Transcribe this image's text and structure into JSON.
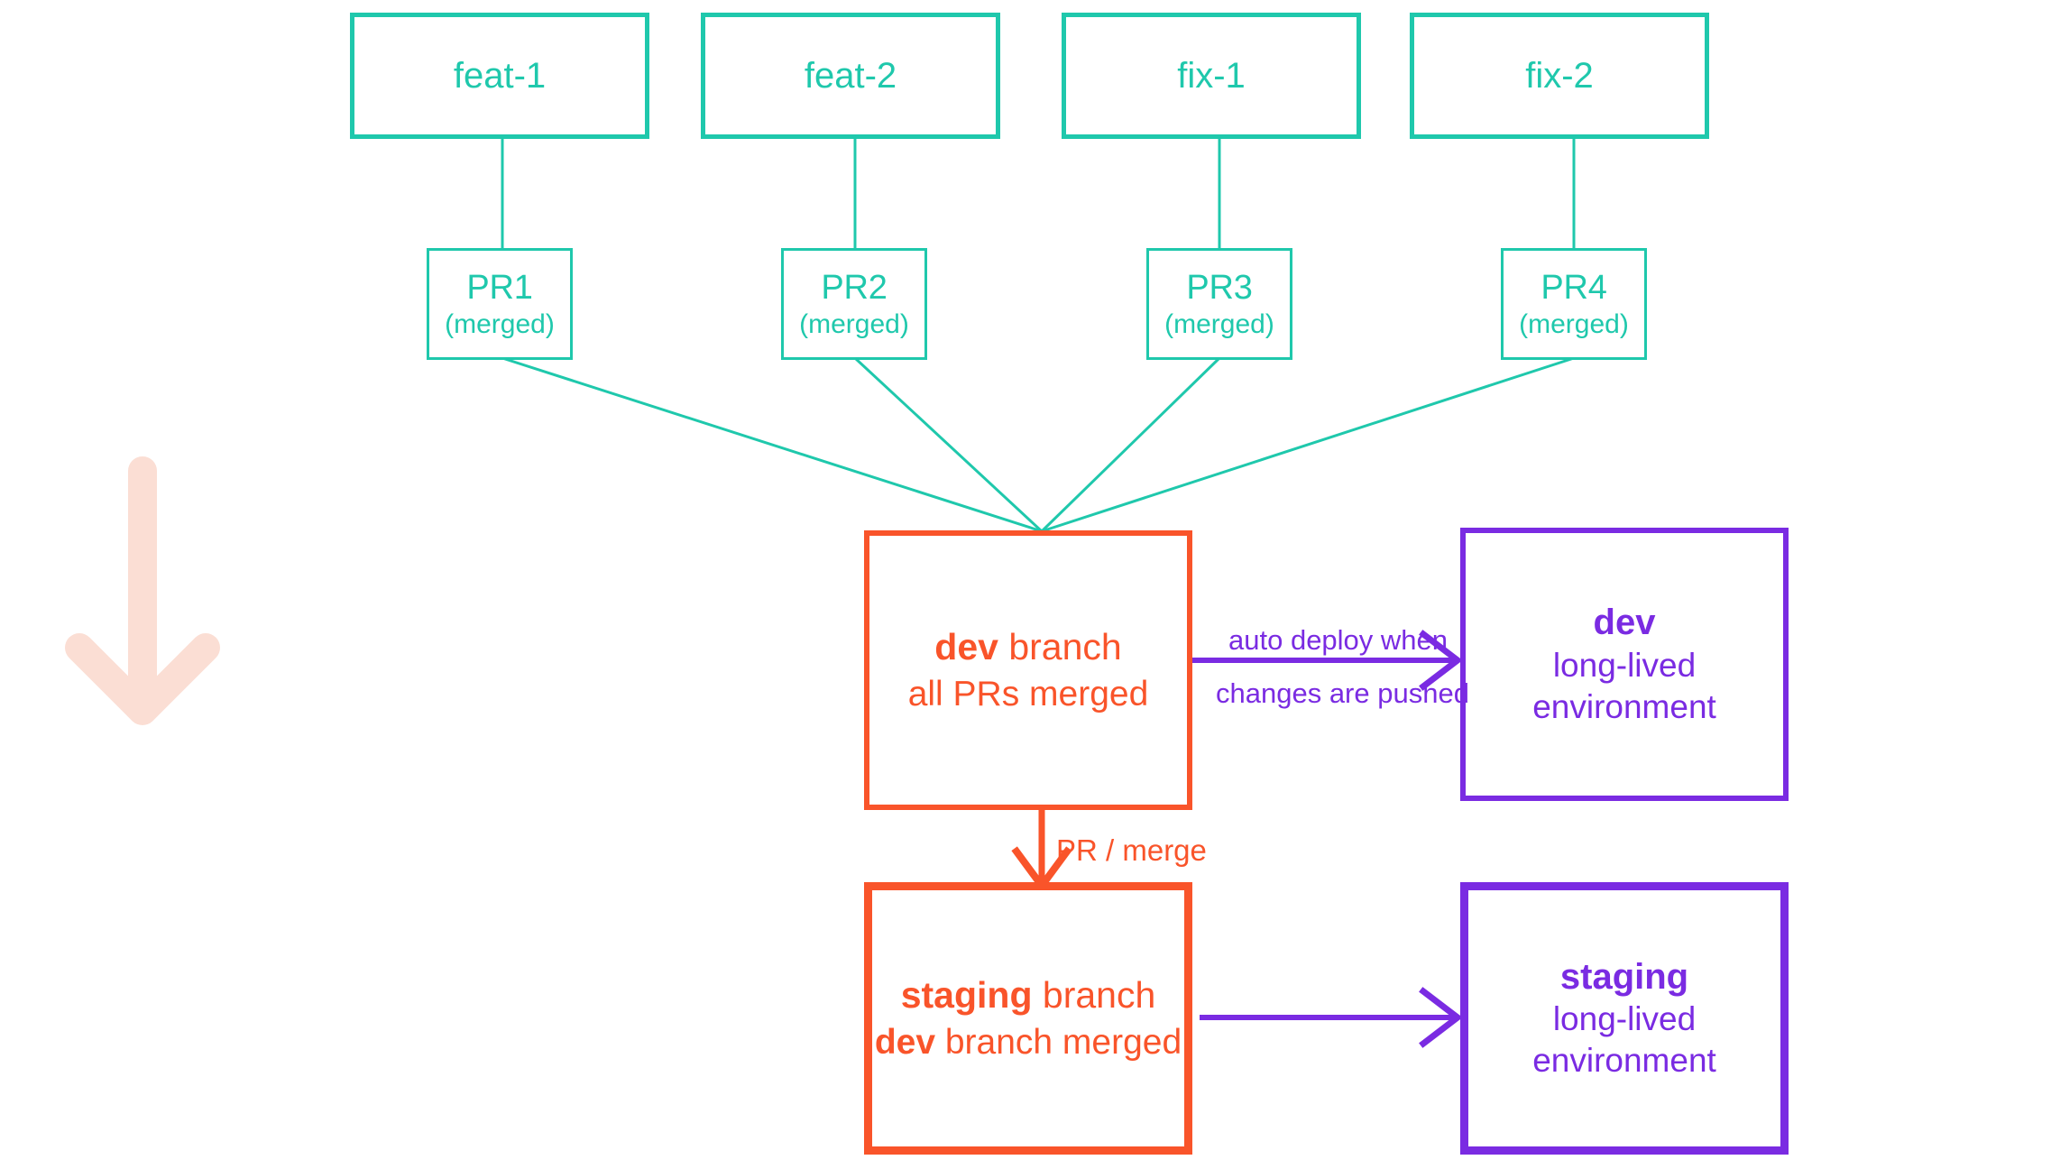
{
  "diagram": {
    "title": "git branching and deployment flow",
    "colors": {
      "teal": "#1fc8ac",
      "orange": "#f9542a",
      "purple": "#7a2be2",
      "pink_arrow": "#fbded4",
      "background": "#ffffff"
    }
  },
  "feature_branches": [
    {
      "label": "feat-1"
    },
    {
      "label": "feat-2"
    },
    {
      "label": "fix-1"
    },
    {
      "label": "fix-2"
    }
  ],
  "pull_requests": [
    {
      "title": "PR1",
      "status": "(merged)"
    },
    {
      "title": "PR2",
      "status": "(merged)"
    },
    {
      "title": "PR3",
      "status": "(merged)"
    },
    {
      "title": "PR4",
      "status": "(merged)"
    }
  ],
  "dev_branch": {
    "name": "dev",
    "suffix": " branch",
    "subtitle": "all PRs merged"
  },
  "staging_branch": {
    "name": "staging",
    "suffix": " branch",
    "subtitle_bold": "dev",
    "subtitle_rest": " branch merged"
  },
  "dev_environment": {
    "name": "dev",
    "line2": "long-lived",
    "line3": "environment"
  },
  "staging_environment": {
    "name": "staging",
    "line2": "long-lived",
    "line3": "environment"
  },
  "edges": {
    "auto_deploy_top": "auto deploy when",
    "auto_deploy_bottom": "changes are pushed",
    "pr_merge": "PR / merge"
  },
  "decoration": {
    "flow_arrow": "down-arrow"
  }
}
